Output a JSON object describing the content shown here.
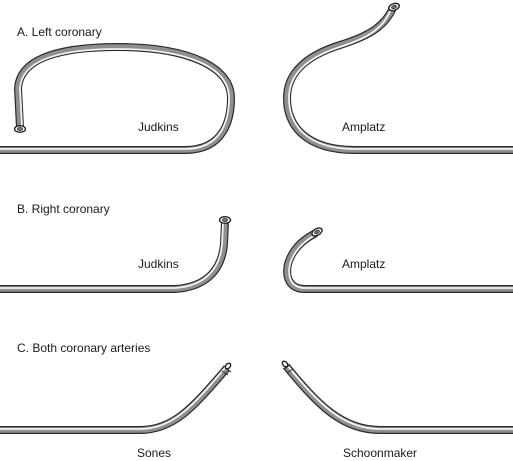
{
  "sections": {
    "a": {
      "title": "A.  Left coronary",
      "left_label": "Judkins",
      "right_label": "Amplatz"
    },
    "b": {
      "title": "B.  Right coronary",
      "left_label": "Judkins",
      "right_label": "Amplatz"
    },
    "c": {
      "title": "C.  Both coronary arteries",
      "left_label": "Sones",
      "right_label": "Schoonmaker"
    }
  }
}
